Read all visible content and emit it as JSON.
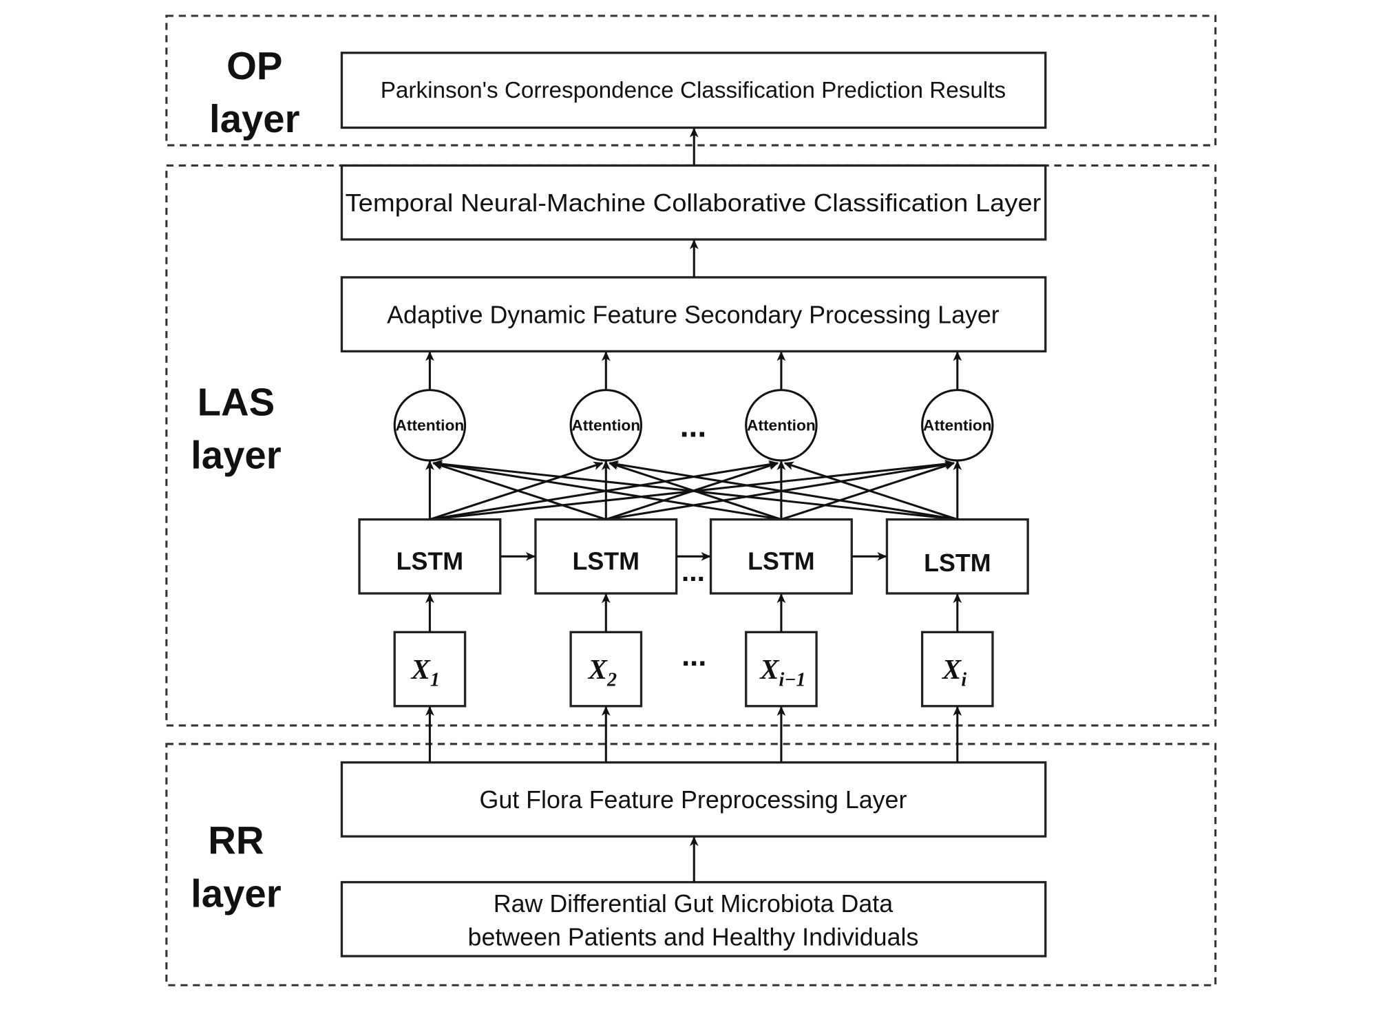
{
  "regions": {
    "op": {
      "line1": "OP",
      "line2": "layer"
    },
    "las": {
      "line1": "LAS",
      "line2": "layer"
    },
    "rr": {
      "line1": "RR",
      "line2": "layer"
    }
  },
  "boxes": {
    "results": "Parkinson's Correspondence Classification Prediction Results",
    "temporal": "Temporal Neural-Machine Collaborative Classification Layer",
    "adaptive": "Adaptive Dynamic Feature Secondary Processing Layer",
    "gut_flora": "Gut Flora Feature Preprocessing Layer",
    "raw_line1": "Raw Differential Gut Microbiota Data",
    "raw_line2": "between Patients and Healthy Individuals"
  },
  "attention": [
    "Attention",
    "Attention",
    "Attention",
    "Attention"
  ],
  "lstm": [
    "LSTM",
    "LSTM",
    "LSTM",
    "LSTM"
  ],
  "inputs": [
    {
      "base": "X",
      "sub": "1"
    },
    {
      "base": "X",
      "sub": "2"
    },
    {
      "base": "X",
      "sub": "i−1"
    },
    {
      "base": "X",
      "sub": "i"
    }
  ],
  "ellipsis": "..."
}
